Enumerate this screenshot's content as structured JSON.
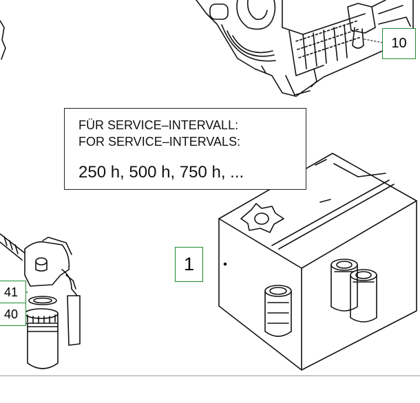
{
  "note": {
    "line_de": "FÜR SERVICE–INTERVALL:",
    "line_en": "FOR SERVICE–INTERVALS:",
    "intervals": "250 h, 500 h, 750 h, ..."
  },
  "callouts": {
    "engine_part": "10",
    "kit": "1",
    "filter_seal_upper": "41",
    "filter_seal_lower": "40"
  },
  "colors": {
    "callout_border": "#1f8a2e",
    "line_art": "#111111"
  }
}
